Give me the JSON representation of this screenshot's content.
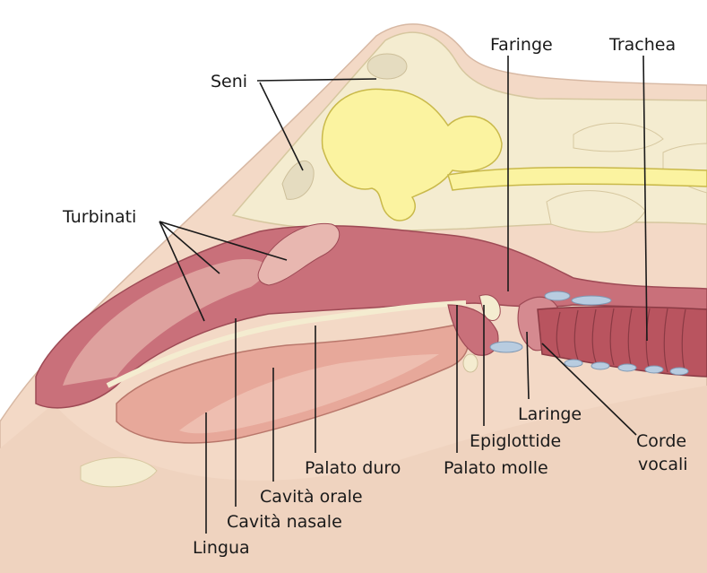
{
  "labels": {
    "seni": "Seni",
    "faringe": "Faringe",
    "trachea": "Trachea",
    "turbinati": "Turbinati",
    "laringe": "Laringe",
    "epiglottide": "Epiglottide",
    "corde_vocali_1": "Corde",
    "corde_vocali_2": "vocali",
    "palato_duro": "Palato duro",
    "palato_molle": "Palato molle",
    "cavita_orale": "Cavità orale",
    "cavita_nasale": "Cavità nasale",
    "lingua": "Lingua"
  },
  "colors": {
    "skin": "#f3d9c6",
    "bone": "#f4ecd0",
    "bone_dots": "#d9cfb4",
    "brain": "#fbf3a0",
    "brain_edge": "#c9b94a",
    "soft_tissue": "#c9707a",
    "soft_tissue_dark": "#9e4a55",
    "tongue": "#e7a89a",
    "tongue_light": "#f1c7b9",
    "cartilage": "#b8cce0",
    "outline": "#8b5a4a"
  }
}
